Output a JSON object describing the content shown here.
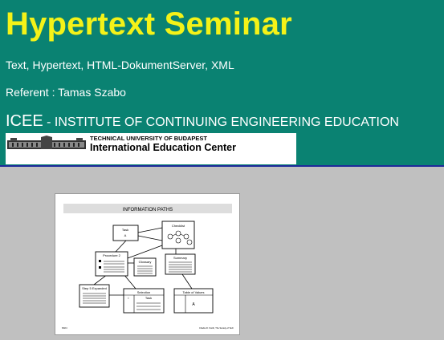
{
  "header": {
    "title": "Hypertext Seminar",
    "subtitle": "Text, Hypertext, HTML-DokumentServer, XML",
    "referent": "Referent : Tamas Szabo",
    "icee_acronym": "ICEE",
    "icee_separator": " - ",
    "icee_name": "INSTITUTE OF CONTINUING ENGINEERING EDUCATION"
  },
  "banner": {
    "university": "TECHNICAL UNIVERSITY OF BUDAPEST",
    "center": "International Education Center"
  },
  "slide": {
    "title": "INFORMATION PATHS",
    "nodes": {
      "task": "Task",
      "checklist": "Checklist",
      "procedure": "Procedure 2",
      "glossary": "Glossary",
      "summary": "Summary",
      "step": "Step 5 Expanded",
      "selection": "Selection",
      "table_values": "Table of Values"
    },
    "col_i": "i",
    "col_task": "Task",
    "letter_a": "A",
    "footer_left": "NNN",
    "footer_right": "Charlie R. Smith, The Society of Tech"
  },
  "colors": {
    "header_bg": "#0a8272",
    "title": "#f4f218",
    "body_bg": "#c0c0c0",
    "divider": "#1e2a9a"
  }
}
